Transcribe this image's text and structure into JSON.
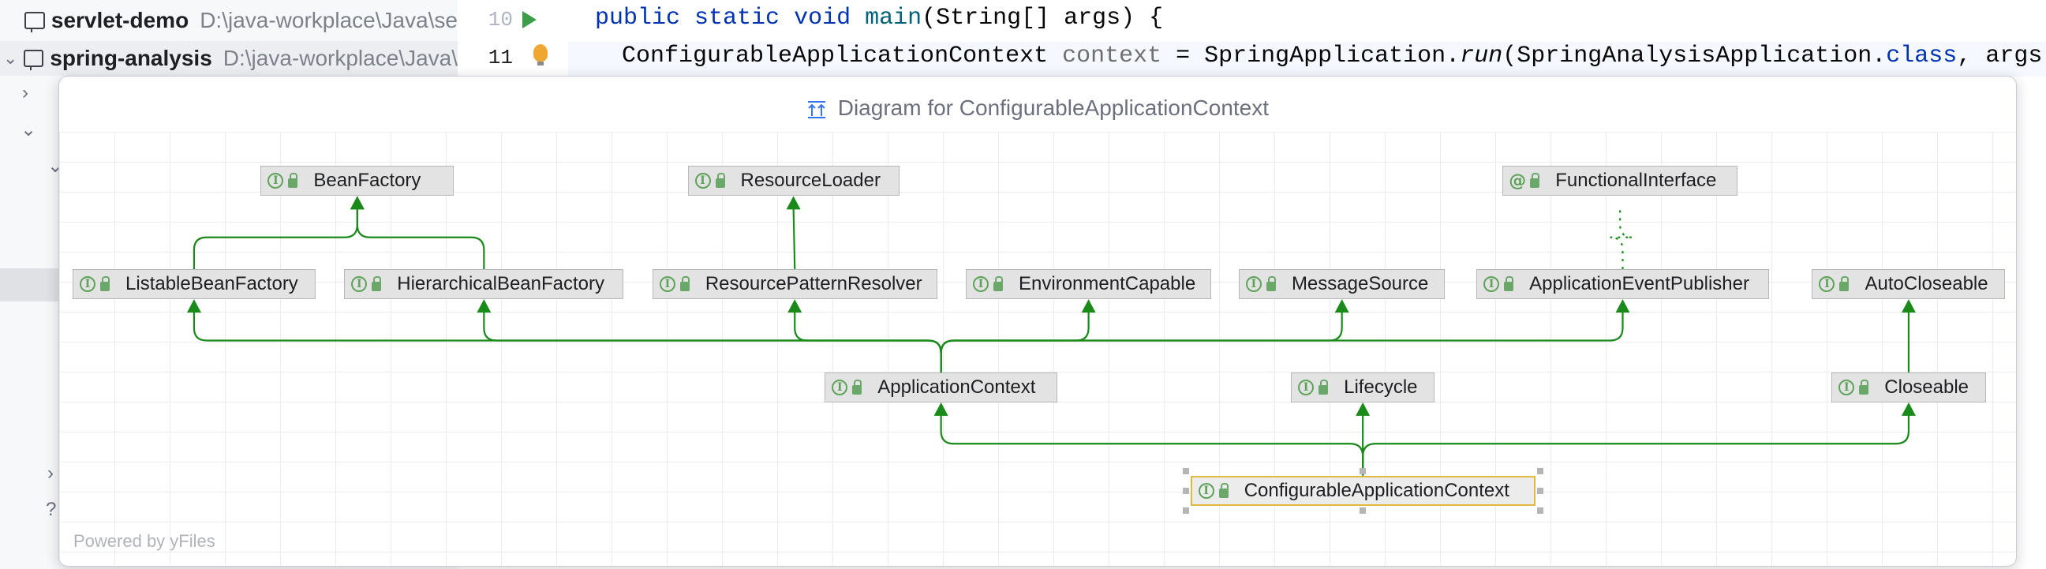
{
  "project_tree": {
    "items": [
      {
        "name": "servlet-demo",
        "path": "D:\\java-workplace\\Java\\se"
      },
      {
        "name": "spring-analysis",
        "path": "D:\\java-workplace\\Java\\"
      }
    ]
  },
  "editor": {
    "lines": [
      {
        "number": "10",
        "tokens": [
          {
            "t": "public ",
            "c": "kw"
          },
          {
            "t": "static ",
            "c": "kw"
          },
          {
            "t": "void ",
            "c": "kw"
          },
          {
            "t": "main",
            "c": "fn"
          },
          {
            "t": "(String[] args) {",
            "c": ""
          }
        ]
      },
      {
        "number": "11",
        "tokens": [
          {
            "t": "ConfigurableApplicationContext ",
            "c": ""
          },
          {
            "t": "context",
            "c": "var"
          },
          {
            "t": " = SpringApplication.",
            "c": ""
          },
          {
            "t": "run",
            "c": "it"
          },
          {
            "t": "(SpringAnalysisApplication.",
            "c": ""
          },
          {
            "t": "class",
            "c": "kw"
          },
          {
            "t": ", args);",
            "c": ""
          }
        ]
      }
    ]
  },
  "diagram": {
    "title": "Diagram for ConfigurableApplicationContext",
    "powered_by": "Powered by yFiles",
    "nodes": [
      {
        "id": "BeanFactory",
        "label": "BeanFactory",
        "kind": "interface"
      },
      {
        "id": "ResourceLoader",
        "label": "ResourceLoader",
        "kind": "interface"
      },
      {
        "id": "FunctionalInterface",
        "label": "FunctionalInterface",
        "kind": "annotation"
      },
      {
        "id": "ListableBeanFactory",
        "label": "ListableBeanFactory",
        "kind": "interface"
      },
      {
        "id": "HierarchicalBeanFactory",
        "label": "HierarchicalBeanFactory",
        "kind": "interface"
      },
      {
        "id": "ResourcePatternResolver",
        "label": "ResourcePatternResolver",
        "kind": "interface"
      },
      {
        "id": "EnvironmentCapable",
        "label": "EnvironmentCapable",
        "kind": "interface"
      },
      {
        "id": "MessageSource",
        "label": "MessageSource",
        "kind": "interface"
      },
      {
        "id": "ApplicationEventPublisher",
        "label": "ApplicationEventPublisher",
        "kind": "interface"
      },
      {
        "id": "AutoCloseable",
        "label": "AutoCloseable",
        "kind": "interface"
      },
      {
        "id": "ApplicationContext",
        "label": "ApplicationContext",
        "kind": "interface"
      },
      {
        "id": "Lifecycle",
        "label": "Lifecycle",
        "kind": "interface"
      },
      {
        "id": "Closeable",
        "label": "Closeable",
        "kind": "interface"
      },
      {
        "id": "ConfigurableApplicationContext",
        "label": "ConfigurableApplicationContext",
        "kind": "interface",
        "selected": true
      }
    ],
    "edges": [
      {
        "from": "ListableBeanFactory",
        "to": "BeanFactory",
        "type": "extends"
      },
      {
        "from": "HierarchicalBeanFactory",
        "to": "BeanFactory",
        "type": "extends"
      },
      {
        "from": "ResourcePatternResolver",
        "to": "ResourceLoader",
        "type": "extends"
      },
      {
        "from": "ApplicationEventPublisher",
        "to": "FunctionalInterface",
        "type": "annotated"
      },
      {
        "from": "ApplicationContext",
        "to": "ListableBeanFactory",
        "type": "extends"
      },
      {
        "from": "ApplicationContext",
        "to": "HierarchicalBeanFactory",
        "type": "extends"
      },
      {
        "from": "ApplicationContext",
        "to": "ResourcePatternResolver",
        "type": "extends"
      },
      {
        "from": "ApplicationContext",
        "to": "EnvironmentCapable",
        "type": "extends"
      },
      {
        "from": "ApplicationContext",
        "to": "MessageSource",
        "type": "extends"
      },
      {
        "from": "ApplicationContext",
        "to": "ApplicationEventPublisher",
        "type": "extends"
      },
      {
        "from": "Closeable",
        "to": "AutoCloseable",
        "type": "extends"
      },
      {
        "from": "ConfigurableApplicationContext",
        "to": "ApplicationContext",
        "type": "extends"
      },
      {
        "from": "ConfigurableApplicationContext",
        "to": "Lifecycle",
        "type": "extends"
      },
      {
        "from": "ConfigurableApplicationContext",
        "to": "Closeable",
        "type": "extends"
      }
    ]
  },
  "colors": {
    "edge": "#1a8a1a",
    "node_fill": "#e3e3e3",
    "selected_border": "#e0b941",
    "keyword": "#0033b3"
  }
}
